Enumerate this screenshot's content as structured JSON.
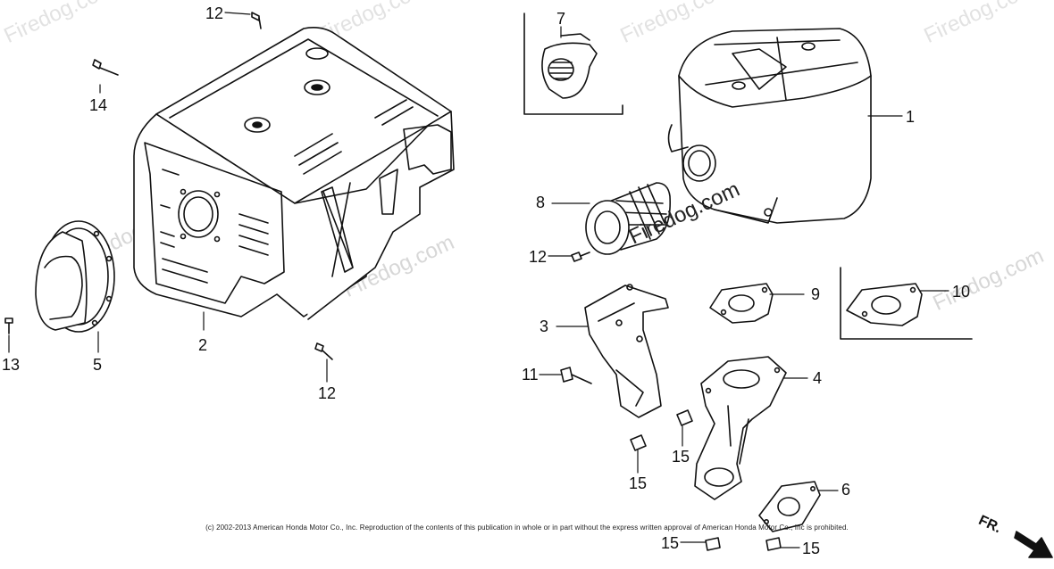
{
  "watermark": {
    "main": "Firedog.com",
    "faint": [
      "Firedog.com",
      "Firedog.com",
      "Firedog.com",
      "Firedog.com",
      "Firedog.com",
      "Firedog.com",
      "Firedog.com"
    ]
  },
  "callouts": {
    "c1": "1",
    "c2": "2",
    "c3": "3",
    "c4": "4",
    "c5": "5",
    "c6": "6",
    "c7": "7",
    "c8": "8",
    "c9": "9",
    "c10": "10",
    "c11": "11",
    "c12a": "12",
    "c12b": "12",
    "c12c": "12",
    "c13": "13",
    "c14": "14",
    "c15a": "15",
    "c15b": "15",
    "c15c": "15",
    "c15d": "15"
  },
  "direction_label": "FR.",
  "copyright": "(c) 2002-2013 American Honda Motor Co., Inc. Reproduction of the contents of this publication in whole or in part without the express written approval of American Honda Motor Co., Inc is prohibited."
}
